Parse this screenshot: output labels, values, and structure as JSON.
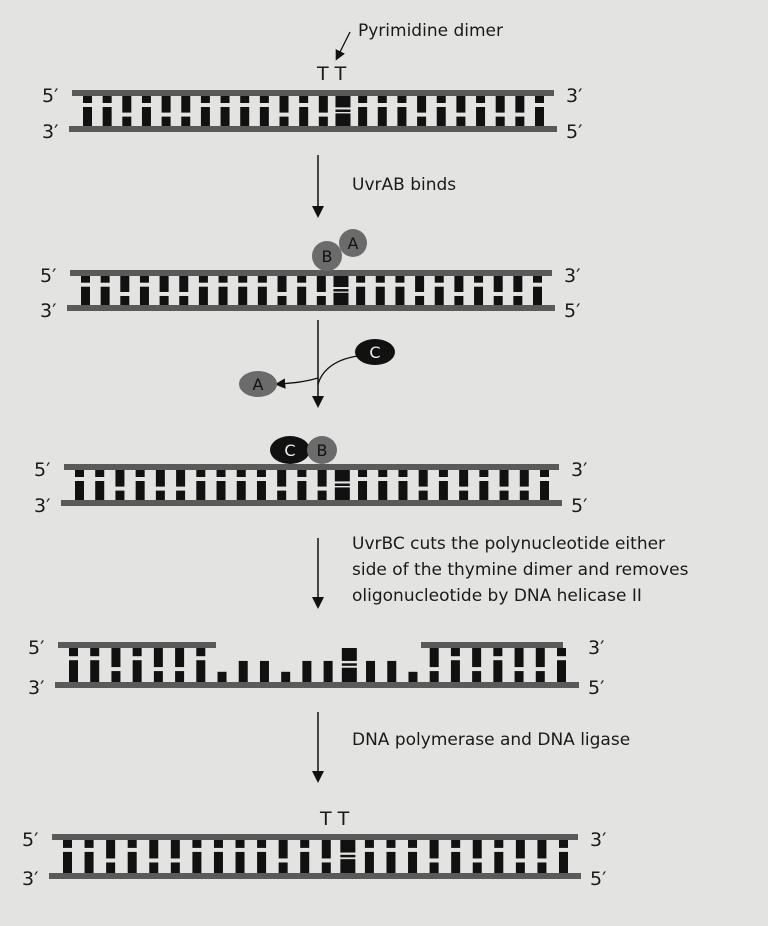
{
  "title_annotation": "Pyrimidine dimer",
  "dimer_bases": "T T",
  "end_labels": {
    "five_prime": "5′",
    "three_prime": "3′"
  },
  "steps": [
    {
      "caption": "UvrAB binds"
    },
    {
      "caption": ""
    },
    {
      "caption_lines": [
        "UvrBC cuts the polynucleotide either",
        "side of the thymine dimer and removes",
        "oligonucleotide by DNA helicase II"
      ]
    },
    {
      "caption": "DNA polymerase and DNA ligase"
    }
  ],
  "proteins": {
    "A": "A",
    "B": "B",
    "C": "C"
  },
  "colors": {
    "background": "#e3e3e1",
    "strand": "#5a5a5a",
    "base": "#111111",
    "protein_gray": "#6b6b6b",
    "protein_black": "#111111"
  }
}
